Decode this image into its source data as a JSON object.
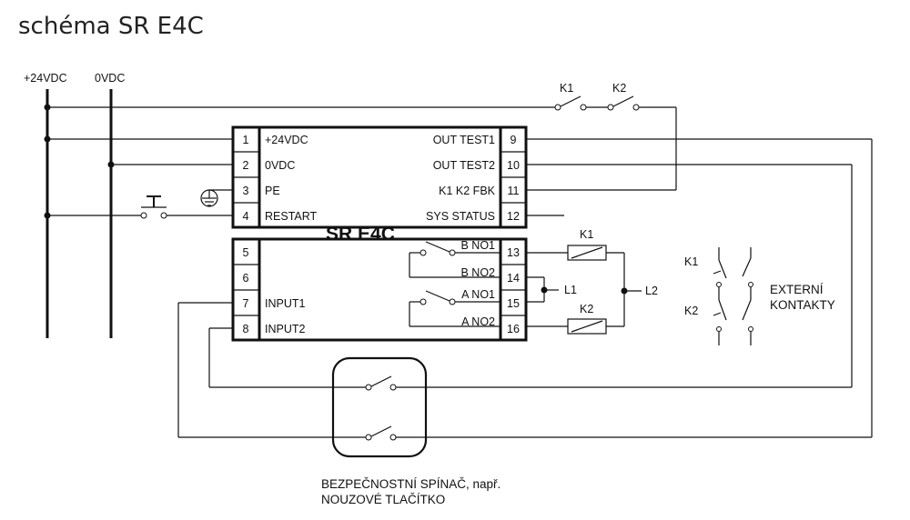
{
  "title": "schéma SR E4C",
  "device_name": "SR E4C",
  "supply": {
    "plus": "+24VDC",
    "zero": "0VDC"
  },
  "left_terminals": [
    {
      "num": "1",
      "label": "+24VDC"
    },
    {
      "num": "2",
      "label": "0VDC"
    },
    {
      "num": "3",
      "label": "PE"
    },
    {
      "num": "4",
      "label": "RESTART"
    }
  ],
  "right_terminals": [
    {
      "num": "9",
      "label": "OUT TEST1"
    },
    {
      "num": "10",
      "label": "OUT TEST2"
    },
    {
      "num": "11",
      "label": "K1 K2 FBK"
    },
    {
      "num": "12",
      "label": "SYS STATUS"
    }
  ],
  "lower_left_terminals": [
    {
      "num": "5",
      "label": ""
    },
    {
      "num": "6",
      "label": ""
    },
    {
      "num": "7",
      "label": "INPUT1"
    },
    {
      "num": "8",
      "label": "INPUT2"
    }
  ],
  "lower_right_terminals": [
    {
      "num": "13",
      "label": "B NO1"
    },
    {
      "num": "14",
      "label": "B NO2"
    },
    {
      "num": "15",
      "label": "A NO1"
    },
    {
      "num": "16",
      "label": "A NO2"
    }
  ],
  "contacts": {
    "k1": "K1",
    "k2": "K2"
  },
  "loads": {
    "l1": "L1",
    "l2": "L2"
  },
  "external_contacts": [
    "EXTERNÍ",
    "KONTAKTY"
  ],
  "safety_switch": [
    "BEZPEČNOSTNÍ SPÍNAČ, např.",
    "NOUZOVÉ TLAČÍTKO"
  ]
}
